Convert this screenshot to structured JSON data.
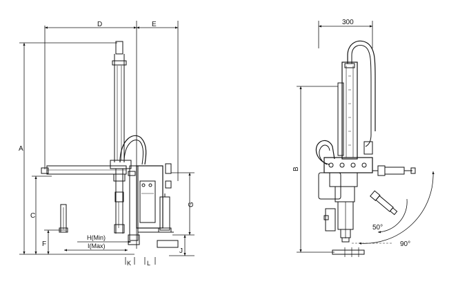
{
  "side_view": {
    "dim_labels": {
      "A": "A",
      "B": "B",
      "C": "C",
      "D": "D",
      "E": "E",
      "F": "F",
      "G": "G",
      "H": "H(Min)",
      "I": "I(Max)",
      "J": "J",
      "K": "K",
      "L": "L"
    }
  },
  "front_view": {
    "width_label": "300",
    "angle_small": "50°",
    "angle_large": "90°"
  }
}
